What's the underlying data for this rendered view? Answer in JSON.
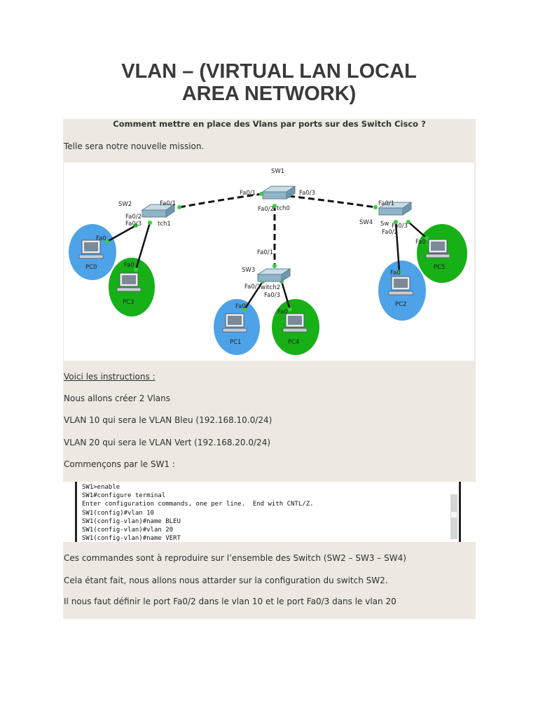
{
  "title": {
    "line1": "VLAN – (VIRTUAL LAN LOCAL",
    "line2": "AREA NETWORK)"
  },
  "subtitle": "Comment mettre en place des Vlans par ports sur des Switch Cisco ?",
  "intro": "Telle sera notre nouvelle mission.",
  "diagram": {
    "switches": {
      "sw1": "SW1",
      "sw2": "SW2",
      "sw3": "SW3",
      "sw4": "SW4",
      "sw1_name": "tch0",
      "sw2_name": "tch1",
      "sw3_name": "witch2",
      "sw4_name": "Sw"
    },
    "ports": {
      "sw1_left": "Fa0/1",
      "sw1_right": "Fa0/3",
      "sw1_down": "Fa0/2",
      "sw2_up": "Fa0/1",
      "sw2_p2": "Fa0/2",
      "sw2_p3": "Fa0/3",
      "sw3_up": "Fa0/1",
      "sw3_p2": "Fa0/2",
      "sw3_p3": "Fa0/3",
      "sw4_up": "Fa0/1",
      "sw4_p3": "Fa0/3",
      "sw4_p2": "Fa0/2",
      "pc0": "Fa0",
      "pc3": "Fa0",
      "pc1": "Fa0",
      "pc4": "Fa0",
      "pc2": "Fa0",
      "pc5": "Fa0"
    },
    "pcs": {
      "pc0": "PC0",
      "pc3": "PC3",
      "pc1": "PC1",
      "pc4": "PC4",
      "pc2": "PC2",
      "pc5": "PC5"
    },
    "colors": {
      "blue_vlan": "#4ea3e8",
      "green_vlan": "#17b017",
      "link_dot": "#35d035",
      "switch": "#8fb4c8"
    }
  },
  "instructions": {
    "heading": "Voici les instructions :",
    "line1": "Nous allons créer 2 Vlans",
    "line2": "VLAN 10 qui sera le VLAN Bleu (192.168.10.0/24)",
    "line3": "VLAN 20 qui sera le VLAN Vert (192.168.20.0/24)",
    "line4": "Commençons par le SW1 :"
  },
  "console": {
    "lines": [
      "SW1>enable",
      "SW1#configure terminal",
      "Enter configuration commands, one per line.  End with CNTL/Z.",
      "SW1(config)#vlan 10",
      "SW1(config-vlan)#name BLEU",
      "SW1(config-vlan)#vlan 20",
      "SW1(config-vlan)#name VERT"
    ]
  },
  "outro": {
    "line1": "Ces commandes sont à reproduire sur l’ensemble des Switch (SW2 – SW3 – SW4)",
    "line2": "Cela étant fait, nous allons nous attarder sur la configuration du switch SW2.",
    "line3": "Il nous faut définir le port Fa0/2 dans le vlan 10 et le port Fa0/3 dans le vlan 20"
  }
}
